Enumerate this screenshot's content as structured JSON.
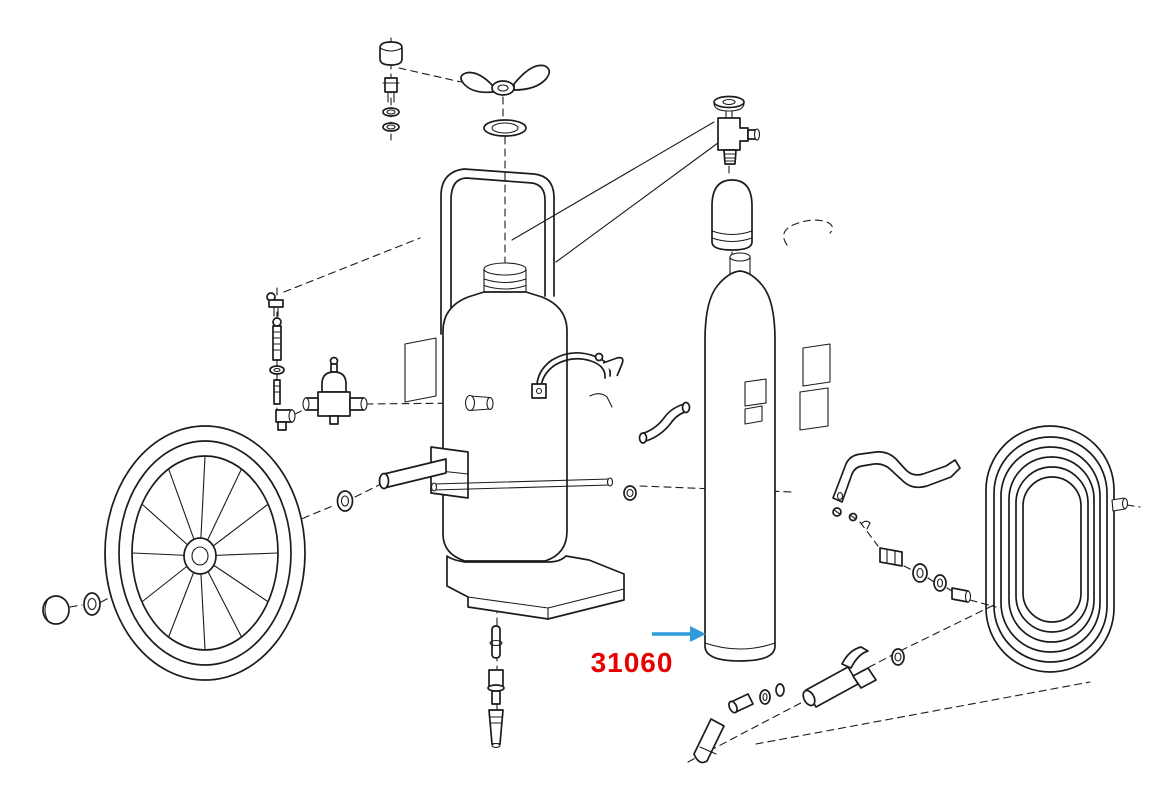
{
  "page": {
    "background": "#ffffff",
    "type": "exploded-parts-diagram"
  },
  "callout": {
    "label": "31060",
    "label_color": "#e60000",
    "arrow_color": "#2f9bdb"
  },
  "line_color": "#1c1c1c",
  "parts": [
    "hub-cap",
    "axle-washer",
    "spoked-wheel",
    "spacer-washer",
    "axle-bracket",
    "drain-valve-stack",
    "elbow-fitting",
    "regulator",
    "tank",
    "handle-frame",
    "filler-neck",
    "tank-decal",
    "tank-port",
    "tank-base",
    "filler-cap-parts",
    "wing-handle",
    "gasket",
    "band-clamp",
    "curved-bracket",
    "tie-rod",
    "bottom-nozzle-stack",
    "cylinder-valve",
    "valve-protector-cap",
    "gas-cylinder",
    "cylinder-decal",
    "retaining-clip",
    "label-decals",
    "mounting-bracket",
    "bracket-screws",
    "hose-fittings",
    "hose-coil",
    "shutoff-valve",
    "o-ring",
    "spray-nozzle"
  ]
}
